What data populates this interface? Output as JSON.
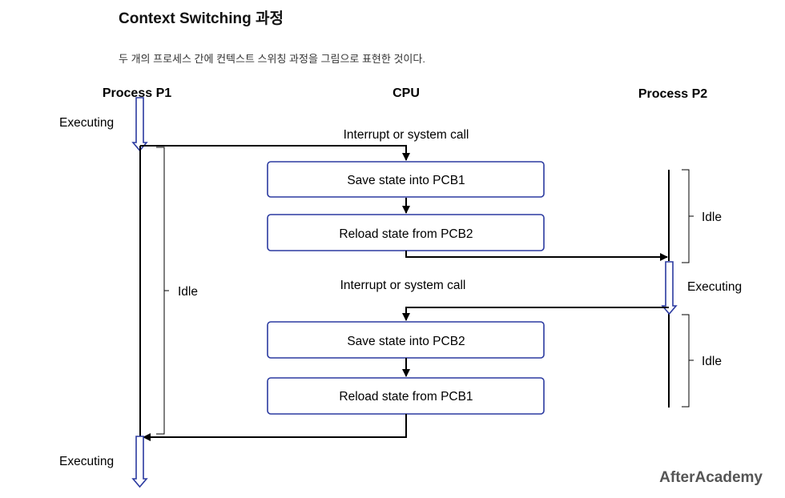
{
  "heading": "Context Switching 과정",
  "description": "두 개의 프로세스 간에 컨텍스트 스위칭 과정을 그림으로 표현한 것이다.",
  "diagram": {
    "columns": {
      "p1": "Process P1",
      "cpu": "CPU",
      "p2": "Process P2"
    },
    "interrupt_1": "Interrupt or system call",
    "interrupt_2": "Interrupt or system call",
    "boxes": {
      "save_pcb1": "Save state into PCB1",
      "reload_pcb2": "Reload state from PCB2",
      "save_pcb2": "Save state into PCB2",
      "reload_pcb1": "Reload state from PCB1"
    },
    "p1_states": {
      "executing_top": "Executing",
      "idle": "Idle",
      "executing_bottom": "Executing"
    },
    "p2_states": {
      "idle_top": "Idle",
      "executing": "Executing",
      "idle_bottom": "Idle"
    },
    "colors": {
      "accent_border": "#2b3aa0",
      "line": "#000000"
    }
  },
  "brand": "AfterAcademy"
}
